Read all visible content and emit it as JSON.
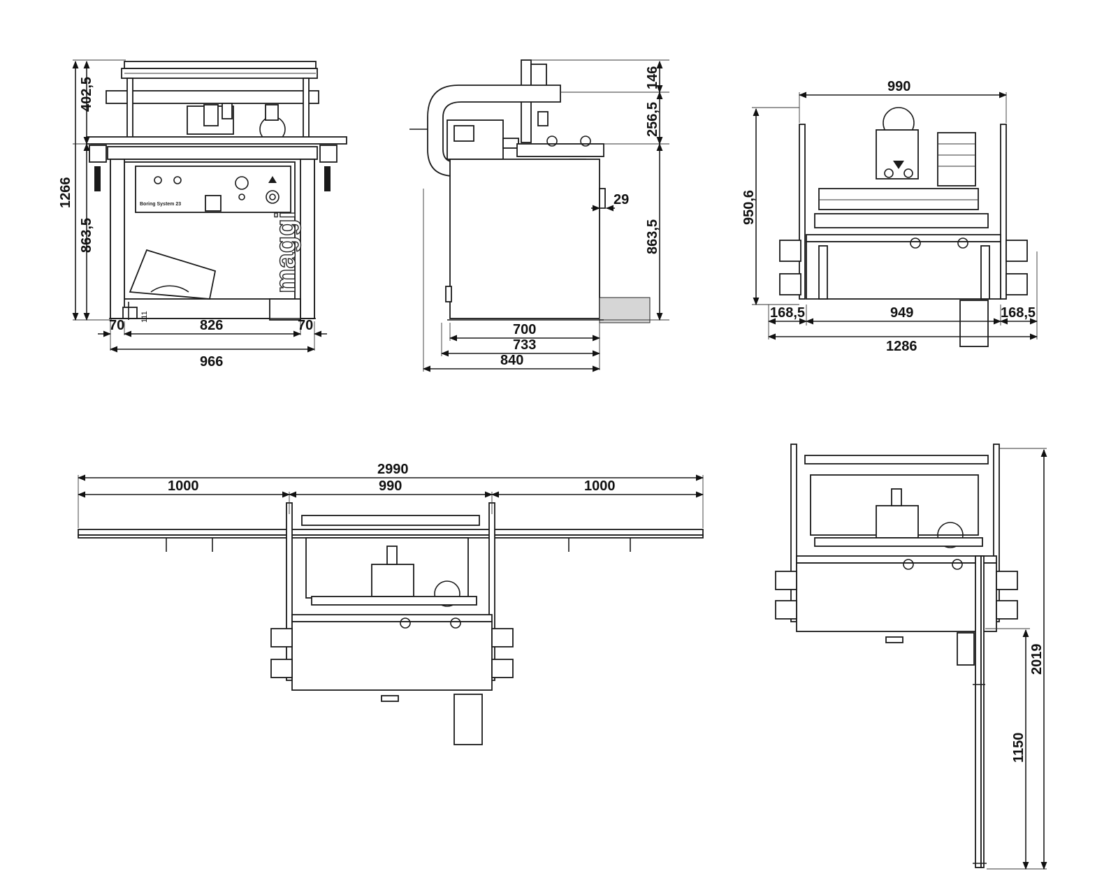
{
  "brand_label": "maggi",
  "panel_label": "Boring System 23",
  "views": {
    "front": {
      "height_upper": "402,5",
      "height_total": "1266",
      "height_lower": "863,5",
      "foot_height": "111",
      "leg_left": "70",
      "inner_width": "826",
      "leg_right": "70",
      "total_width": "966"
    },
    "side": {
      "top_height": "146",
      "upper_height": "256,5",
      "lower_height": "863,5",
      "offset": "29",
      "depth_base": "700",
      "depth_mid": "733",
      "depth_total": "840"
    },
    "rear": {
      "width_top": "990",
      "height": "950,6",
      "side_left": "168,5",
      "inner_width": "949",
      "side_right": "168,5",
      "total_width": "1286"
    },
    "plan_extended": {
      "total_width": "2990",
      "left_extension": "1000",
      "center_width": "990",
      "right_extension": "1000"
    },
    "plan_corner": {
      "total_length": "2019",
      "extension_length": "1150"
    }
  }
}
